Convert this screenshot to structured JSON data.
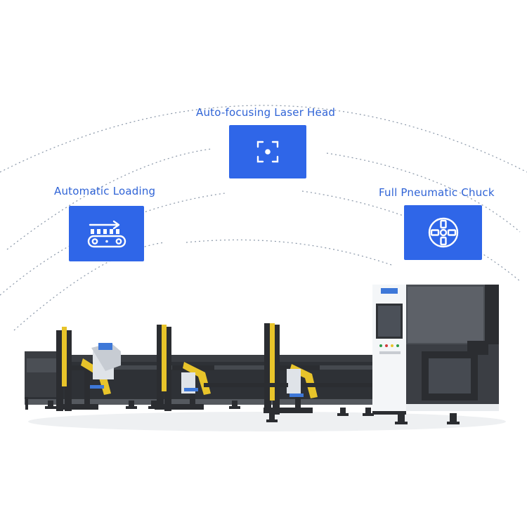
{
  "features": [
    {
      "id": "laser-head",
      "label": "Auto-focusing Laser Head",
      "icon": "focus-target-icon"
    },
    {
      "id": "loading",
      "label": "Automatic Loading",
      "icon": "conveyor-arrow-icon"
    },
    {
      "id": "chuck",
      "label": "Full Pneumatic Chuck",
      "icon": "chuck-crosshair-icon"
    }
  ],
  "colors": {
    "accent": "#2f66e8",
    "label": "#2f63d6",
    "machine_dark": "#2b2d31",
    "machine_frame": "#c8ccd2",
    "support_yellow": "#e8c42a",
    "arc": "#8a97a8"
  }
}
